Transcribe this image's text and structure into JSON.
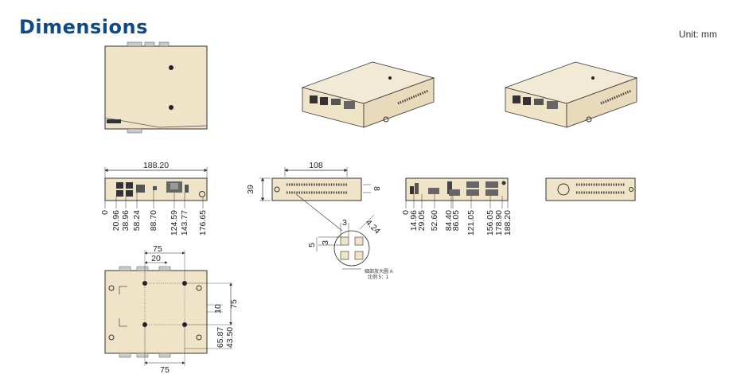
{
  "title": "Dimensions",
  "unit": "Unit: mm",
  "front_view": {
    "width": "188.20",
    "ticks": [
      "0",
      "20.96",
      "38.96",
      "58.24",
      "88.70",
      "124.59",
      "143.77",
      "176.65"
    ]
  },
  "side_view": {
    "width": "108",
    "height": "39",
    "offset": "8"
  },
  "detail": {
    "d1": "3",
    "d2": "4.24",
    "d3": "5",
    "d4": "3",
    "caption_line1": "細部放大圖 A",
    "caption_line2": "比例 5：1"
  },
  "rear_view": {
    "ticks": [
      "0",
      "14.96",
      "29.05",
      "52.60",
      "84.40",
      "86.05",
      "121.05",
      "156.05",
      "178.90",
      "188.20"
    ]
  },
  "bottom_view": {
    "top_75": "75",
    "top_20": "20",
    "right_10": "10",
    "right_75": "75",
    "right_65_87": "65.87",
    "right_43_50": "43.50",
    "bottom_75": "75"
  },
  "colors": {
    "body": "#efe3c8",
    "outline": "#333333",
    "title": "#0d4a86"
  }
}
